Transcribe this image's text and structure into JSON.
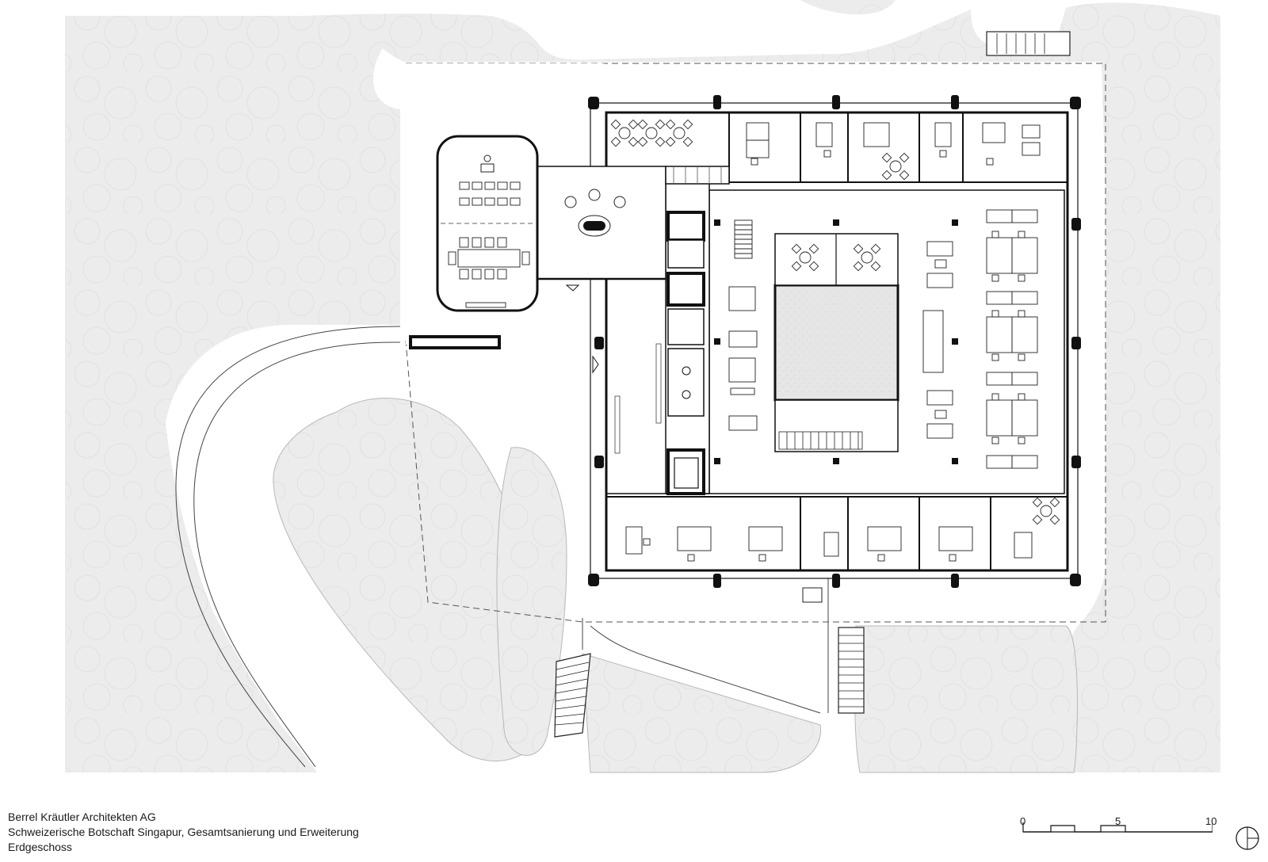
{
  "caption": {
    "office": "Berrel Kräutler Architekten AG",
    "project": "Schweizerische Botschaft Singapur, Gesamtsanierung und Erweiterung",
    "level": "Erdgeschoss"
  },
  "scale": {
    "labels": [
      "0",
      "5",
      "10"
    ]
  },
  "icons": {
    "north": "north-arrow-icon"
  },
  "colors": {
    "ink": "#1a1a1a",
    "vegetation": "#ececec",
    "court": "#e4e4e4",
    "paper": "#ffffff"
  }
}
